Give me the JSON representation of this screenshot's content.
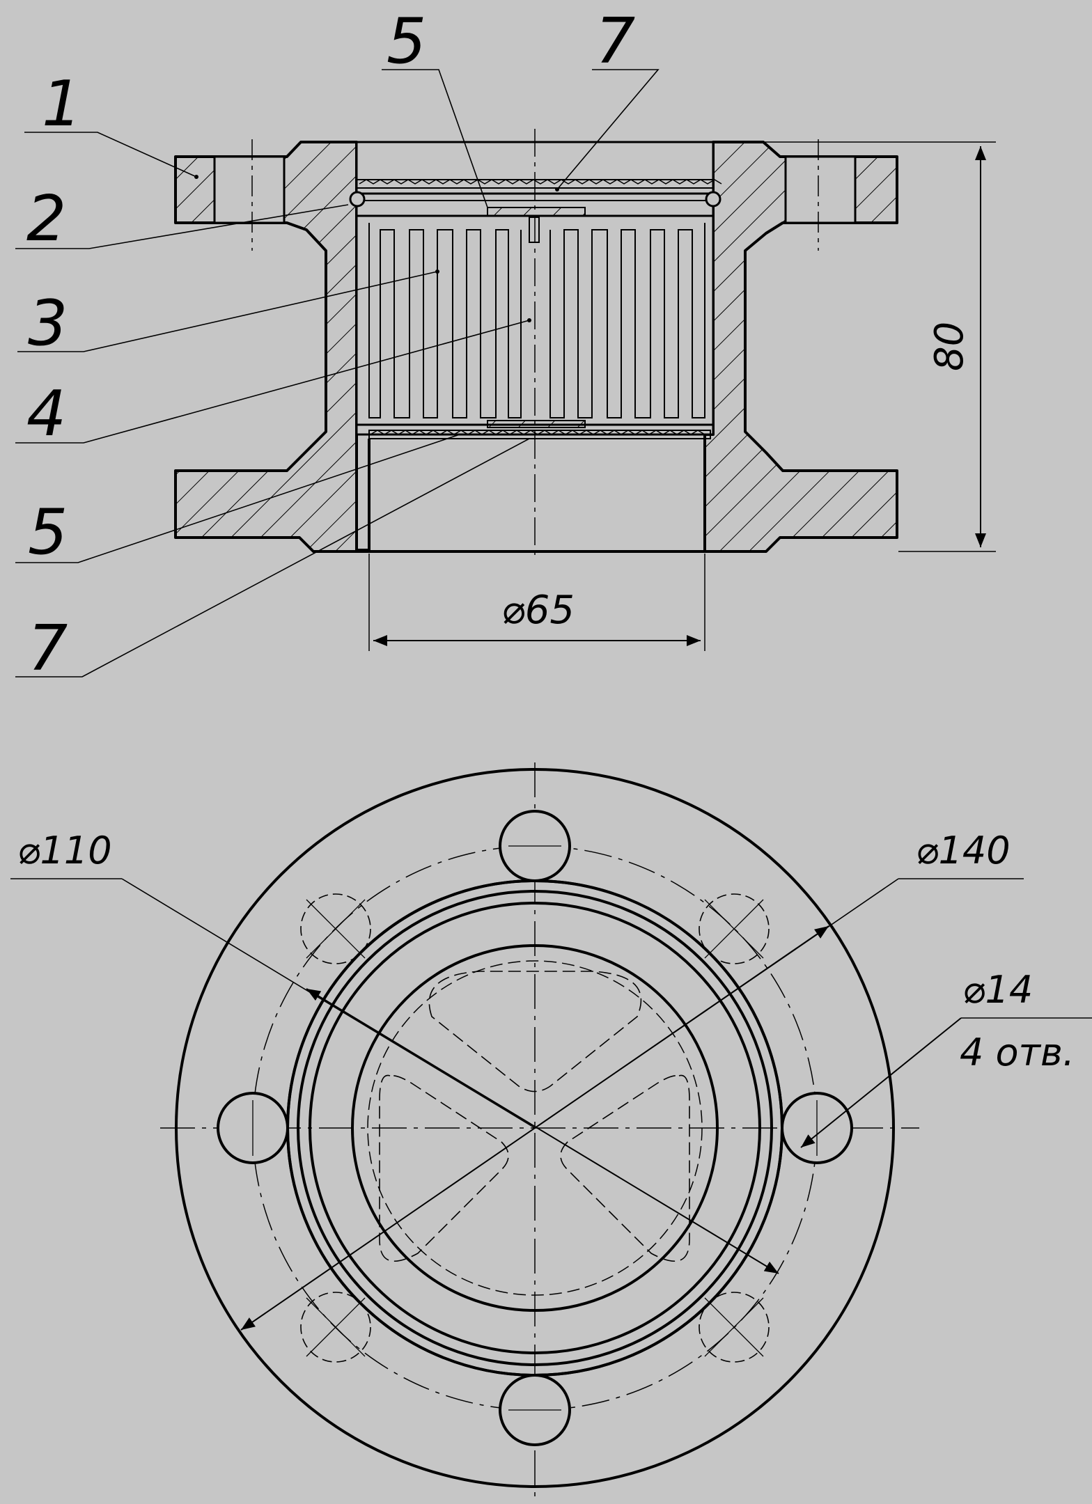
{
  "colors": {
    "background": "#c6c6c6",
    "line": "#000000"
  },
  "callouts": {
    "c1": "1",
    "c2": "2",
    "c3": "3",
    "c4": "4",
    "c5_top": "5",
    "c7_top": "7",
    "c5_bottom": "5",
    "c7_bottom": "7"
  },
  "dimensions": {
    "height": "80",
    "bore": "⌀65",
    "inner": "⌀110",
    "outer": "⌀140",
    "hole": "⌀14",
    "hole_count": "4 отв."
  }
}
